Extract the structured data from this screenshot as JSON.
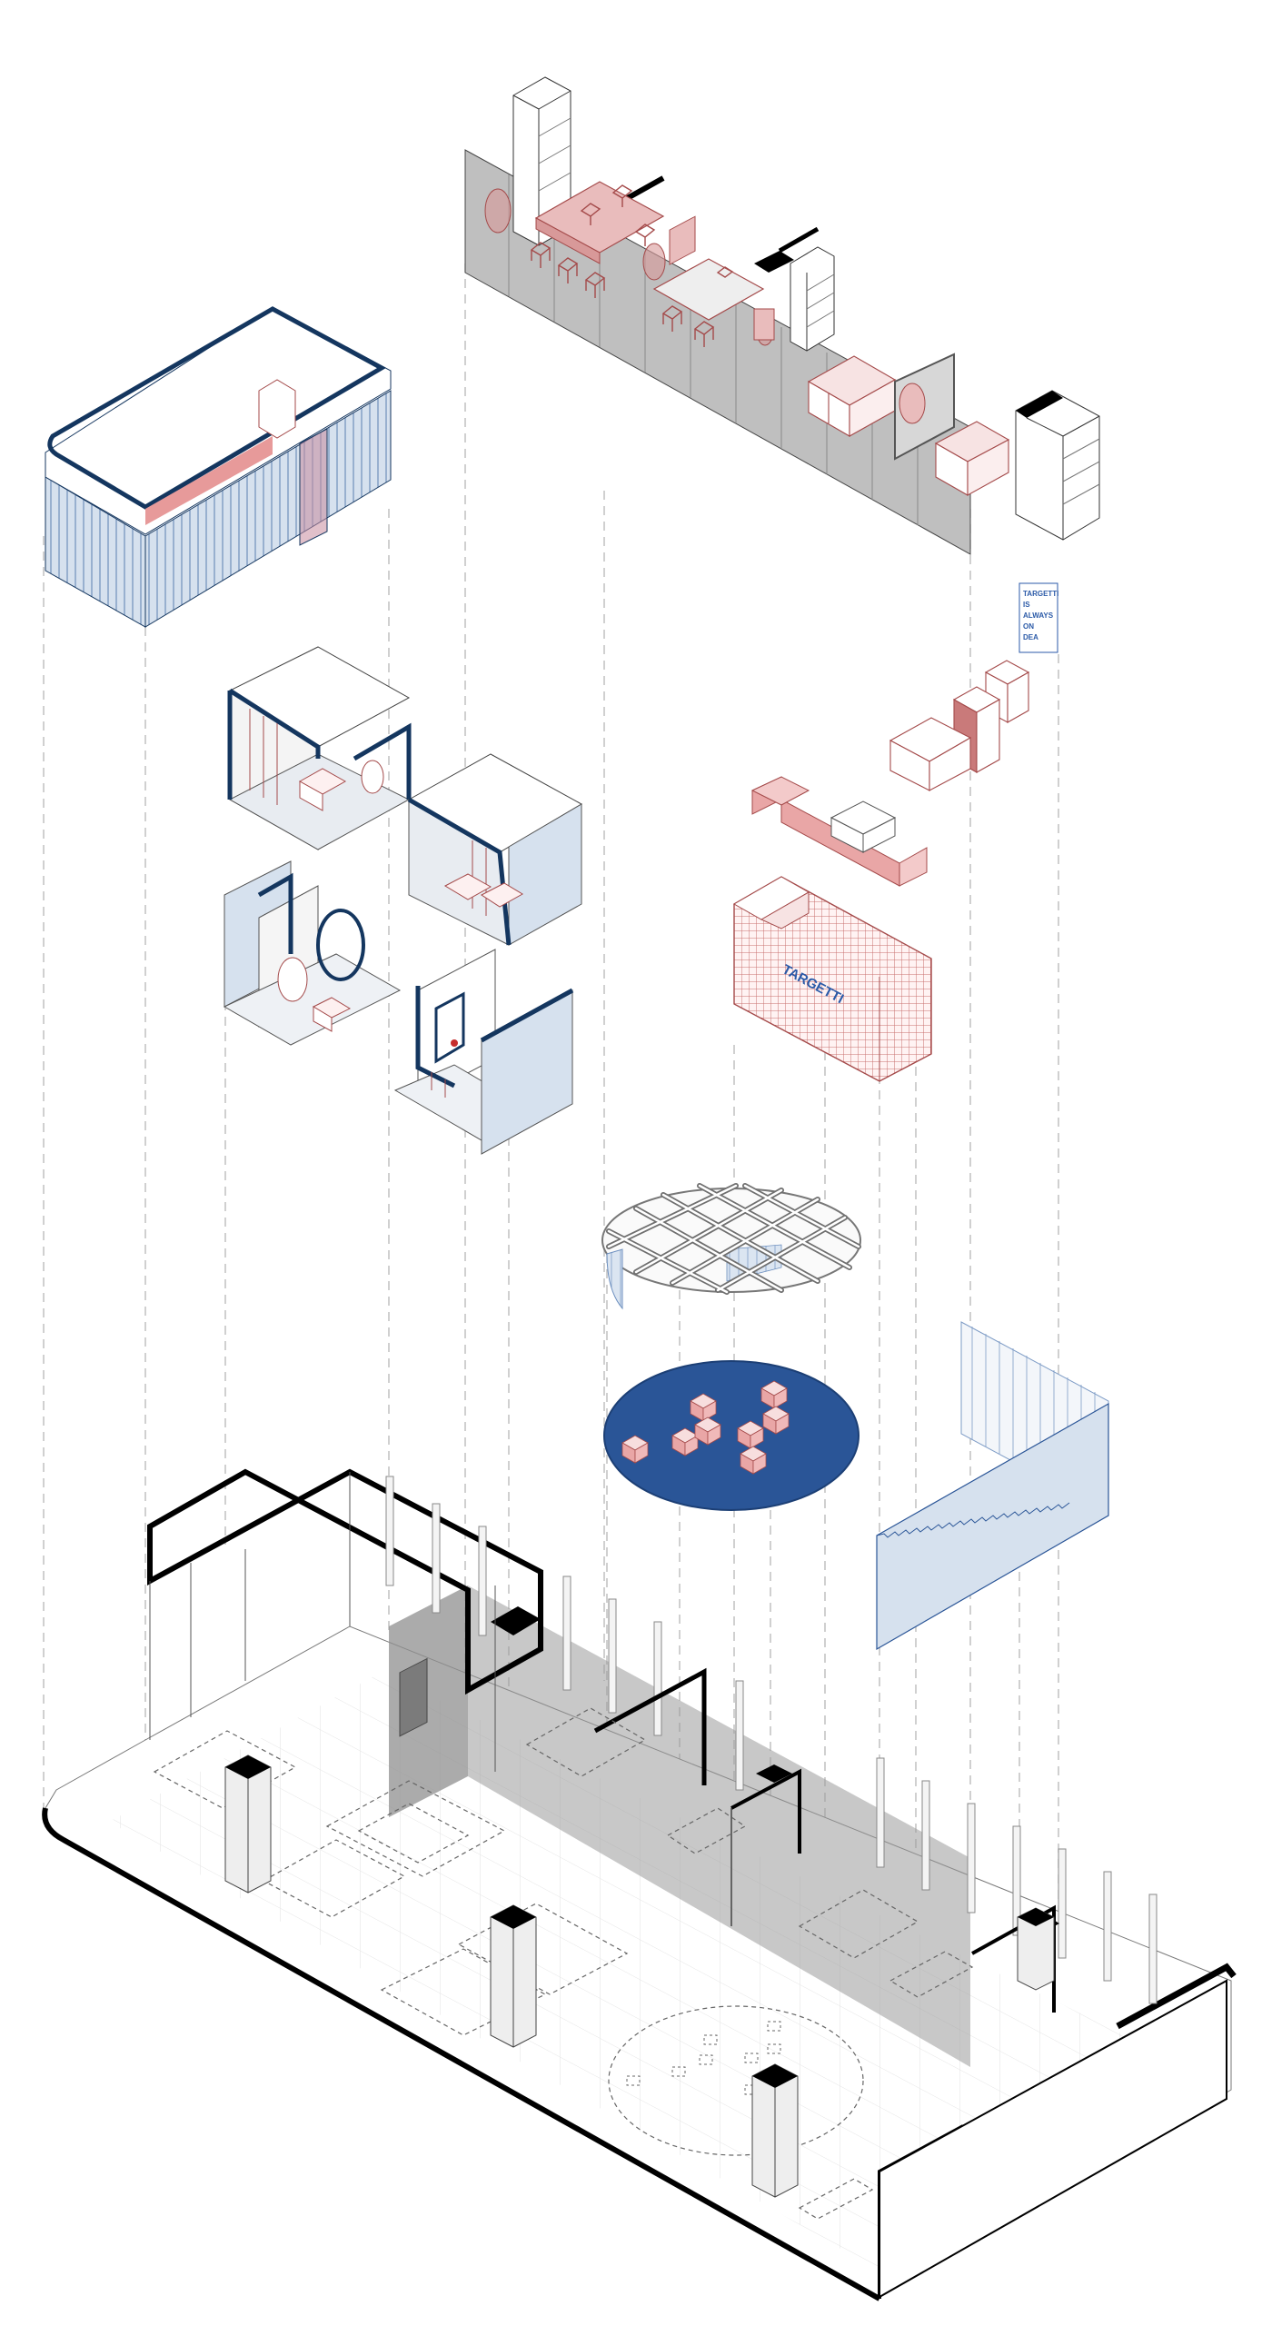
{
  "diagram": {
    "kind": "exploded axonometric office fit-out",
    "colors": {
      "navy": "#14365f",
      "royal_blue": "#2a5597",
      "light_blue": "#d6e1ee",
      "rose": "#e9a6a6",
      "dark_rose": "#a44a4a",
      "grey_fill": "#bdbdbd",
      "floor_grid": "#e4e4e4",
      "guide_dash": "#b7b7b7",
      "ink": "#000000"
    }
  },
  "reception": {
    "desk_brand": "TARGETTI"
  },
  "signage": {
    "lines": [
      "TARGETTI",
      "IS",
      "ALWAYS",
      "ON",
      "DEA"
    ]
  }
}
